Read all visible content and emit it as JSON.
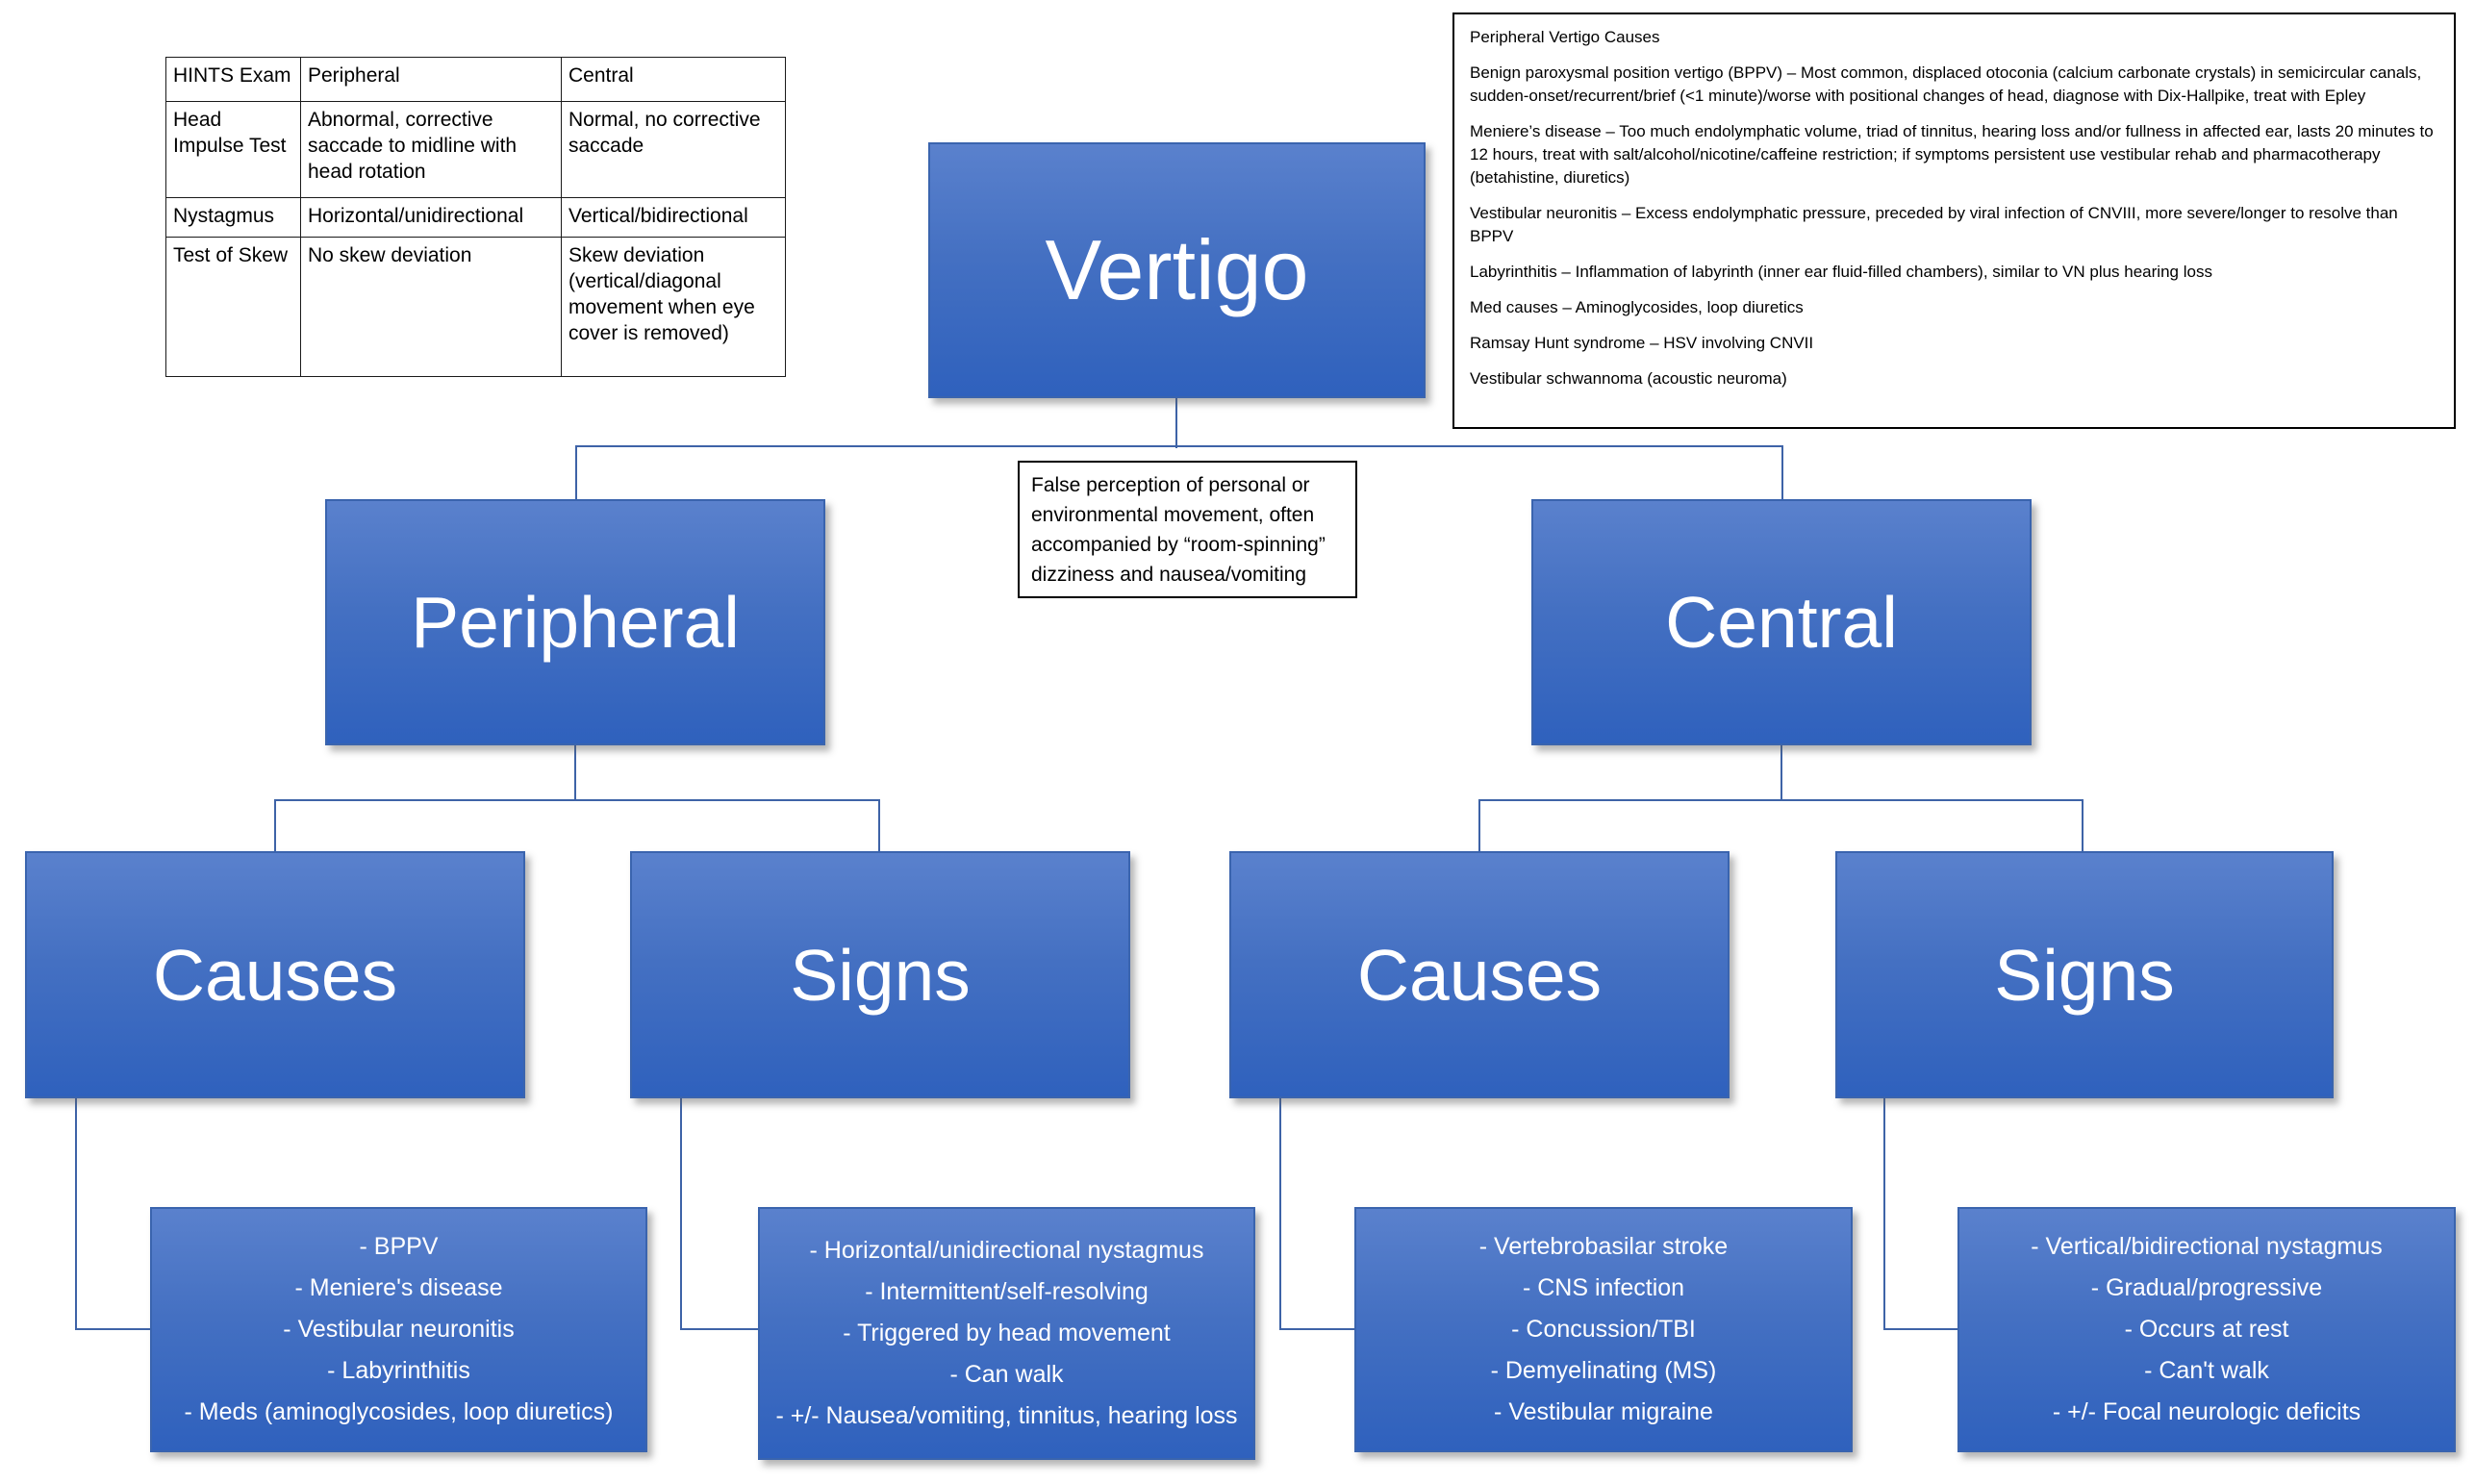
{
  "hints_table": {
    "headers": [
      "HINTS Exam",
      "Peripheral",
      "Central"
    ],
    "rows": [
      [
        "Head Impulse Test",
        "Abnormal, corrective saccade to midline with head rotation",
        "Normal, no corrective saccade"
      ],
      [
        "Nystagmus",
        "Horizontal/unidirectional",
        "Vertical/bidirectional"
      ],
      [
        "Test of Skew",
        "No skew deviation",
        "Skew deviation (vertical/diagonal movement when eye cover is removed)"
      ]
    ]
  },
  "note": {
    "title": "Peripheral Vertigo Causes",
    "paragraphs": [
      "Benign paroxysmal position vertigo (BPPV) – Most common, displaced otoconia (calcium carbonate crystals) in semicircular canals, sudden-onset/recurrent/brief (<1 minute)/worse with positional changes of head, diagnose with Dix-Hallpike, treat with Epley",
      "Meniere’s disease – Too much endolymphatic volume, triad of tinnitus, hearing loss and/or fullness in affected ear, lasts 20 minutes to 12 hours, treat with salt/alcohol/nicotine/caffeine restriction; if symptoms persistent use vestibular rehab and pharmacotherapy (betahistine, diuretics)",
      "Vestibular neuronitis – Excess endolymphatic pressure, preceded by viral infection of CNVIII, more severe/longer to resolve than BPPV",
      "Labyrinthitis – Inflammation of labyrinth (inner ear fluid-filled chambers), similar to VN plus hearing loss",
      "Med causes – Aminoglycosides, loop diuretics",
      "Ramsay Hunt syndrome – HSV involving CNVII",
      "Vestibular schwannoma (acoustic neuroma)"
    ]
  },
  "definition": {
    "text": "False perception of personal or environmental movement, often accompanied by “room-spinning” dizziness and nausea/vomiting"
  },
  "nodes": {
    "vertigo": "Vertigo",
    "peripheral": "Peripheral",
    "central": "Central",
    "peripheral_causes": "Causes",
    "peripheral_signs": "Signs",
    "central_causes": "Causes",
    "central_signs": "Signs"
  },
  "lists": {
    "peripheral_causes": [
      "- BPPV",
      "- Meniere's disease",
      "- Vestibular neuronitis",
      "- Labyrinthitis",
      "- Meds (aminoglycosides, loop diuretics)"
    ],
    "peripheral_signs": [
      "- Horizontal/unidirectional nystagmus",
      "- Intermittent/self-resolving",
      "- Triggered by head movement",
      "- Can walk",
      "- +/- Nausea/vomiting, tinnitus, hearing loss"
    ],
    "central_causes": [
      "- Vertebrobasilar stroke",
      "- CNS infection",
      "- Concussion/TBI",
      "- Demyelinating (MS)",
      "- Vestibular migraine"
    ],
    "central_signs": [
      "- Vertical/bidirectional nystagmus",
      "- Gradual/progressive",
      "- Occurs at rest",
      "- Can't walk",
      "- +/- Focal neurologic deficits"
    ]
  },
  "colors": {
    "node_gradient_top": "#5A81CD",
    "node_gradient_bottom": "#2F61BD",
    "node_border": "#3A64AE",
    "connector": "#3E63A7",
    "node_text": "#FFFFFF",
    "note_border": "#000000",
    "background": "#FFFFFF"
  }
}
